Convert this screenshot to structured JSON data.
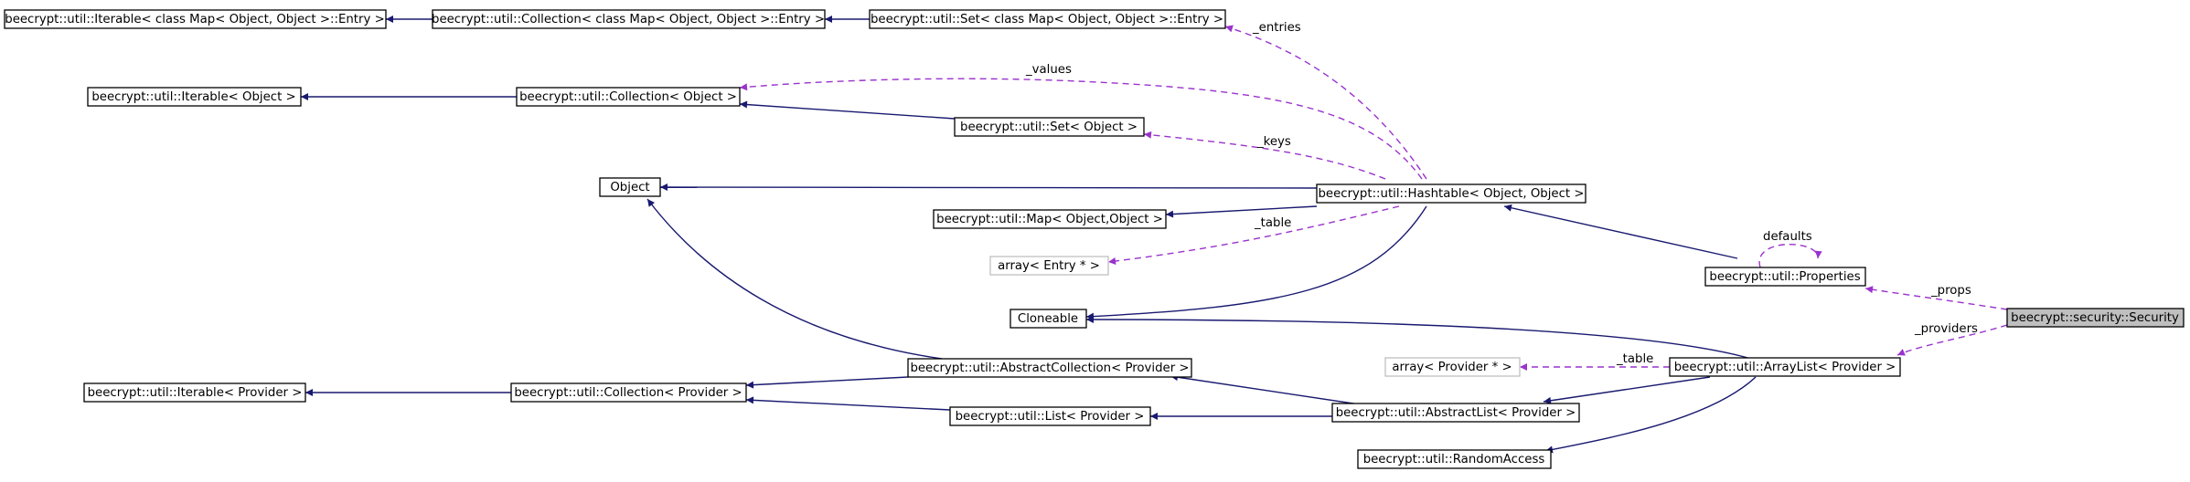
{
  "colors": {
    "inherit_edge": "#191970",
    "usage_edge": "#9a32cd",
    "focus_fill": "#bfbfbf",
    "gray_border": "#bfbfbf"
  },
  "nodes": {
    "iter_entry": "beecrypt::util::Iterable< class Map< Object, Object >::Entry >",
    "coll_entry": "beecrypt::util::Collection< class Map< Object, Object >::Entry >",
    "set_entry": "beecrypt::util::Set< class Map< Object, Object >::Entry >",
    "iter_obj": "beecrypt::util::Iterable< Object >",
    "coll_obj": "beecrypt::util::Collection< Object >",
    "set_obj": "beecrypt::util::Set< Object >",
    "object": "Object",
    "map": "beecrypt::util::Map< Object,Object >",
    "hashtable": "beecrypt::util::Hashtable< Object, Object >",
    "array_entry": "array< Entry * >",
    "cloneable": "Cloneable",
    "properties": "beecrypt::util::Properties",
    "security": "beecrypt::security::Security",
    "iter_prov": "beecrypt::util::Iterable< Provider >",
    "coll_prov": "beecrypt::util::Collection< Provider >",
    "abscoll_prov": "beecrypt::util::AbstractCollection< Provider >",
    "array_prov": "array< Provider * >",
    "arraylist_prov": "beecrypt::util::ArrayList< Provider >",
    "list_prov": "beecrypt::util::List< Provider >",
    "abslist_prov": "beecrypt::util::AbstractList< Provider >",
    "random_access": "beecrypt::util::RandomAccess"
  },
  "edge_labels": {
    "entries": "_entries",
    "values": "_values",
    "keys": "_keys",
    "table_hash": "_table",
    "defaults": "defaults",
    "props": "_props",
    "providers": "_providers",
    "table_list": "_table"
  }
}
